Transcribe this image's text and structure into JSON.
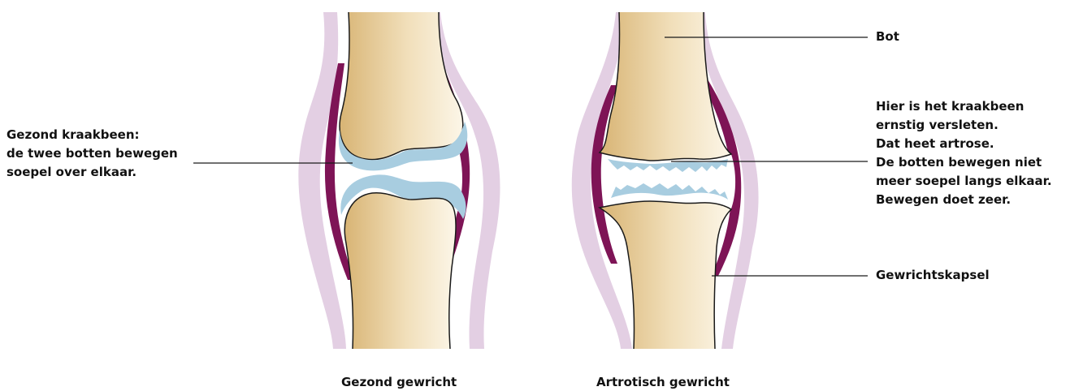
{
  "labels": {
    "healthy_cartilage": [
      "Gezond kraakbeen:",
      "de twee botten bewegen",
      "soepel over elkaar."
    ],
    "bone": "Bot",
    "arthrosis": [
      "Hier is het kraakbeen",
      "ernstig versleten.",
      "Dat heet artrose.",
      "De botten bewegen niet",
      "meer soepel langs elkaar.",
      "Bewegen doet zeer."
    ],
    "joint_capsule": "Gewrichtskapsel"
  },
  "captions": {
    "healthy": "Gezond gewricht",
    "arthritic": "Artrotisch gewricht"
  },
  "colors": {
    "capsule_outer": "#e3cfe3",
    "capsule_inner": "#7e1456",
    "cartilage": "#a8cde0",
    "bone_dark": "#d9b878",
    "bone_light": "#fbf4e4",
    "outline": "#1a1a1a"
  }
}
